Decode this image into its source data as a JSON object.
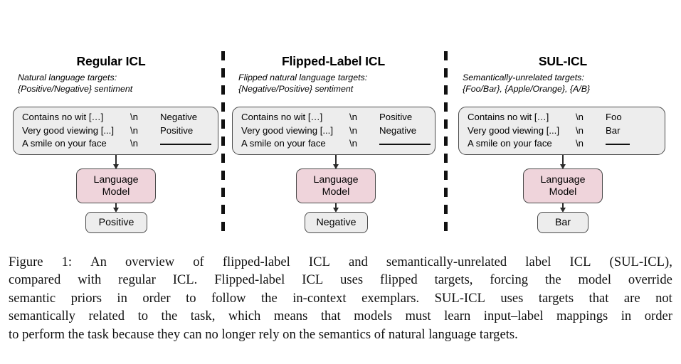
{
  "figure": {
    "panels": [
      {
        "title": "Regular ICL",
        "subtitle_line1": "Natural language targets:",
        "subtitle_line2": "{Positive/Negative} sentiment",
        "exemplars": [
          {
            "input": "Contains no wit […]",
            "sep": "\\n",
            "label": "Negative"
          },
          {
            "input": "Very good viewing [...]",
            "sep": "\\n",
            "label": "Positive"
          },
          {
            "input": "A smile on your face",
            "sep": "\\n",
            "label": ""
          }
        ],
        "model_line1": "Language",
        "model_line2": "Model",
        "output": "Positive"
      },
      {
        "title": "Flipped-Label ICL",
        "subtitle_line1": "Flipped natural language targets:",
        "subtitle_line2": "{Negative/Positive} sentiment",
        "exemplars": [
          {
            "input": "Contains no wit […]",
            "sep": "\\n",
            "label": "Positive"
          },
          {
            "input": "Very good viewing [...]",
            "sep": "\\n",
            "label": "Negative"
          },
          {
            "input": "A smile on your face",
            "sep": "\\n",
            "label": ""
          }
        ],
        "model_line1": "Language",
        "model_line2": "Model",
        "output": "Negative"
      },
      {
        "title": "SUL-ICL",
        "subtitle_line1": "Semantically-unrelated targets:",
        "subtitle_line2": "{Foo/Bar}, {Apple/Orange}, {A/B}",
        "exemplars": [
          {
            "input": "Contains no wit […]",
            "sep": "\\n",
            "label": "Foo"
          },
          {
            "input": "Very good viewing [...]",
            "sep": "\\n",
            "label": "Bar"
          },
          {
            "input": "A smile on your face",
            "sep": "\\n",
            "label": ""
          }
        ],
        "model_line1": "Language",
        "model_line2": "Model",
        "output": "Bar"
      }
    ],
    "colors": {
      "model_box_fill": "#efd4db",
      "box_fill": "#ededed",
      "box_border": "#4a4a4a",
      "divider": "#111111"
    }
  },
  "caption": {
    "lines": [
      "Figure 1:  An overview of flipped-label ICL and semantically-unrelated label ICL (SUL-ICL),",
      "compared with regular ICL. Flipped-label ICL uses flipped targets, forcing the model override",
      "semantic priors in order to follow the in-context exemplars.  SUL-ICL uses targets that are not",
      "semantically related to the task, which means that models must learn input–label mappings in order",
      "to perform the task because they can no longer rely on the semantics of natural language targets."
    ]
  }
}
